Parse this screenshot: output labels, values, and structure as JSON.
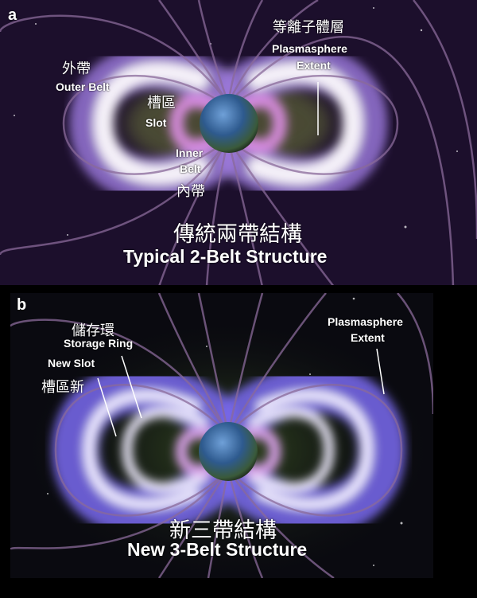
{
  "panel_a": {
    "letter": "a",
    "outer_belt_cn": "外帶",
    "outer_belt_en": "Outer Belt",
    "slot_cn": "槽區",
    "slot_en": "Slot",
    "inner_belt_en_1": "Inner",
    "inner_belt_en_2": "Belt",
    "inner_belt_cn": "內帶",
    "plasmasphere_cn": "等離子體層",
    "plasmasphere_en_1": "Plasmasphere",
    "plasmasphere_en_2": "Extent",
    "title_cn": "傳統兩帶結構",
    "title_en": "Typical 2-Belt Structure"
  },
  "panel_b": {
    "letter": "b",
    "storage_ring_cn": "儲存環",
    "storage_ring_en": "Storage Ring",
    "new_slot_en": "New Slot",
    "new_slot_cn": "槽區新",
    "plasmasphere_en_1": "Plasmasphere",
    "plasmasphere_en_2": "Extent",
    "title_cn": "新三帶結構",
    "title_en": "New 3-Belt Structure"
  },
  "colors": {
    "space_a": "#1c0f2c",
    "space_b": "#0a0a10",
    "belt": "#b9a0ff",
    "slot": "#6f7a3a",
    "field_line": "#8a6a9a"
  }
}
